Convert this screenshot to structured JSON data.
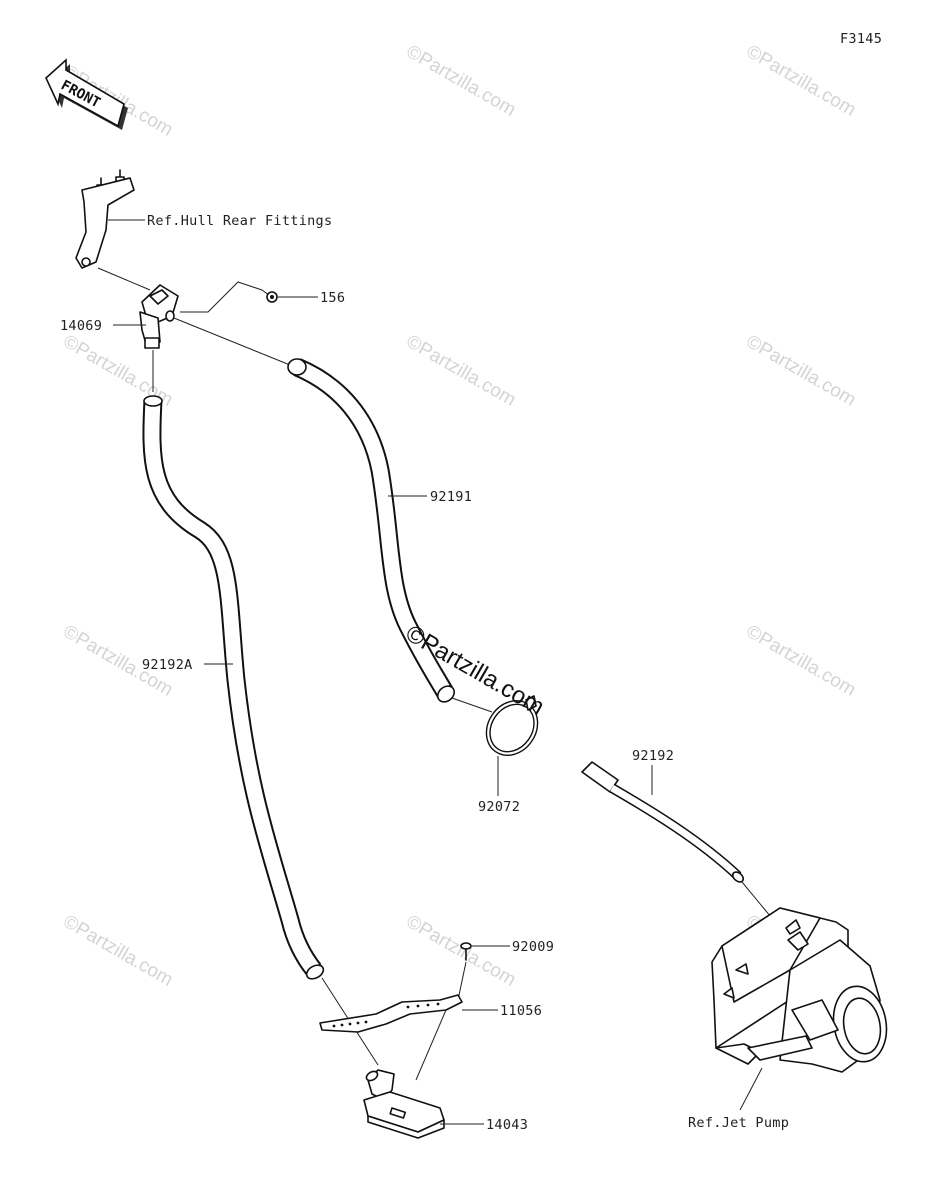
{
  "figure_code": "F3145",
  "front_label": "FRONT",
  "watermark": "©Partzilla.com",
  "callouts": {
    "hull_fittings": "Ref.Hull Rear Fittings",
    "p156": "156",
    "p14069": "14069",
    "p92191": "92191",
    "p92192a": "92192A",
    "p92072": "92072",
    "p92192": "92192",
    "p92009": "92009",
    "p11056": "11056",
    "p14043": "14043",
    "jet_pump": "Ref.Jet Pump"
  }
}
